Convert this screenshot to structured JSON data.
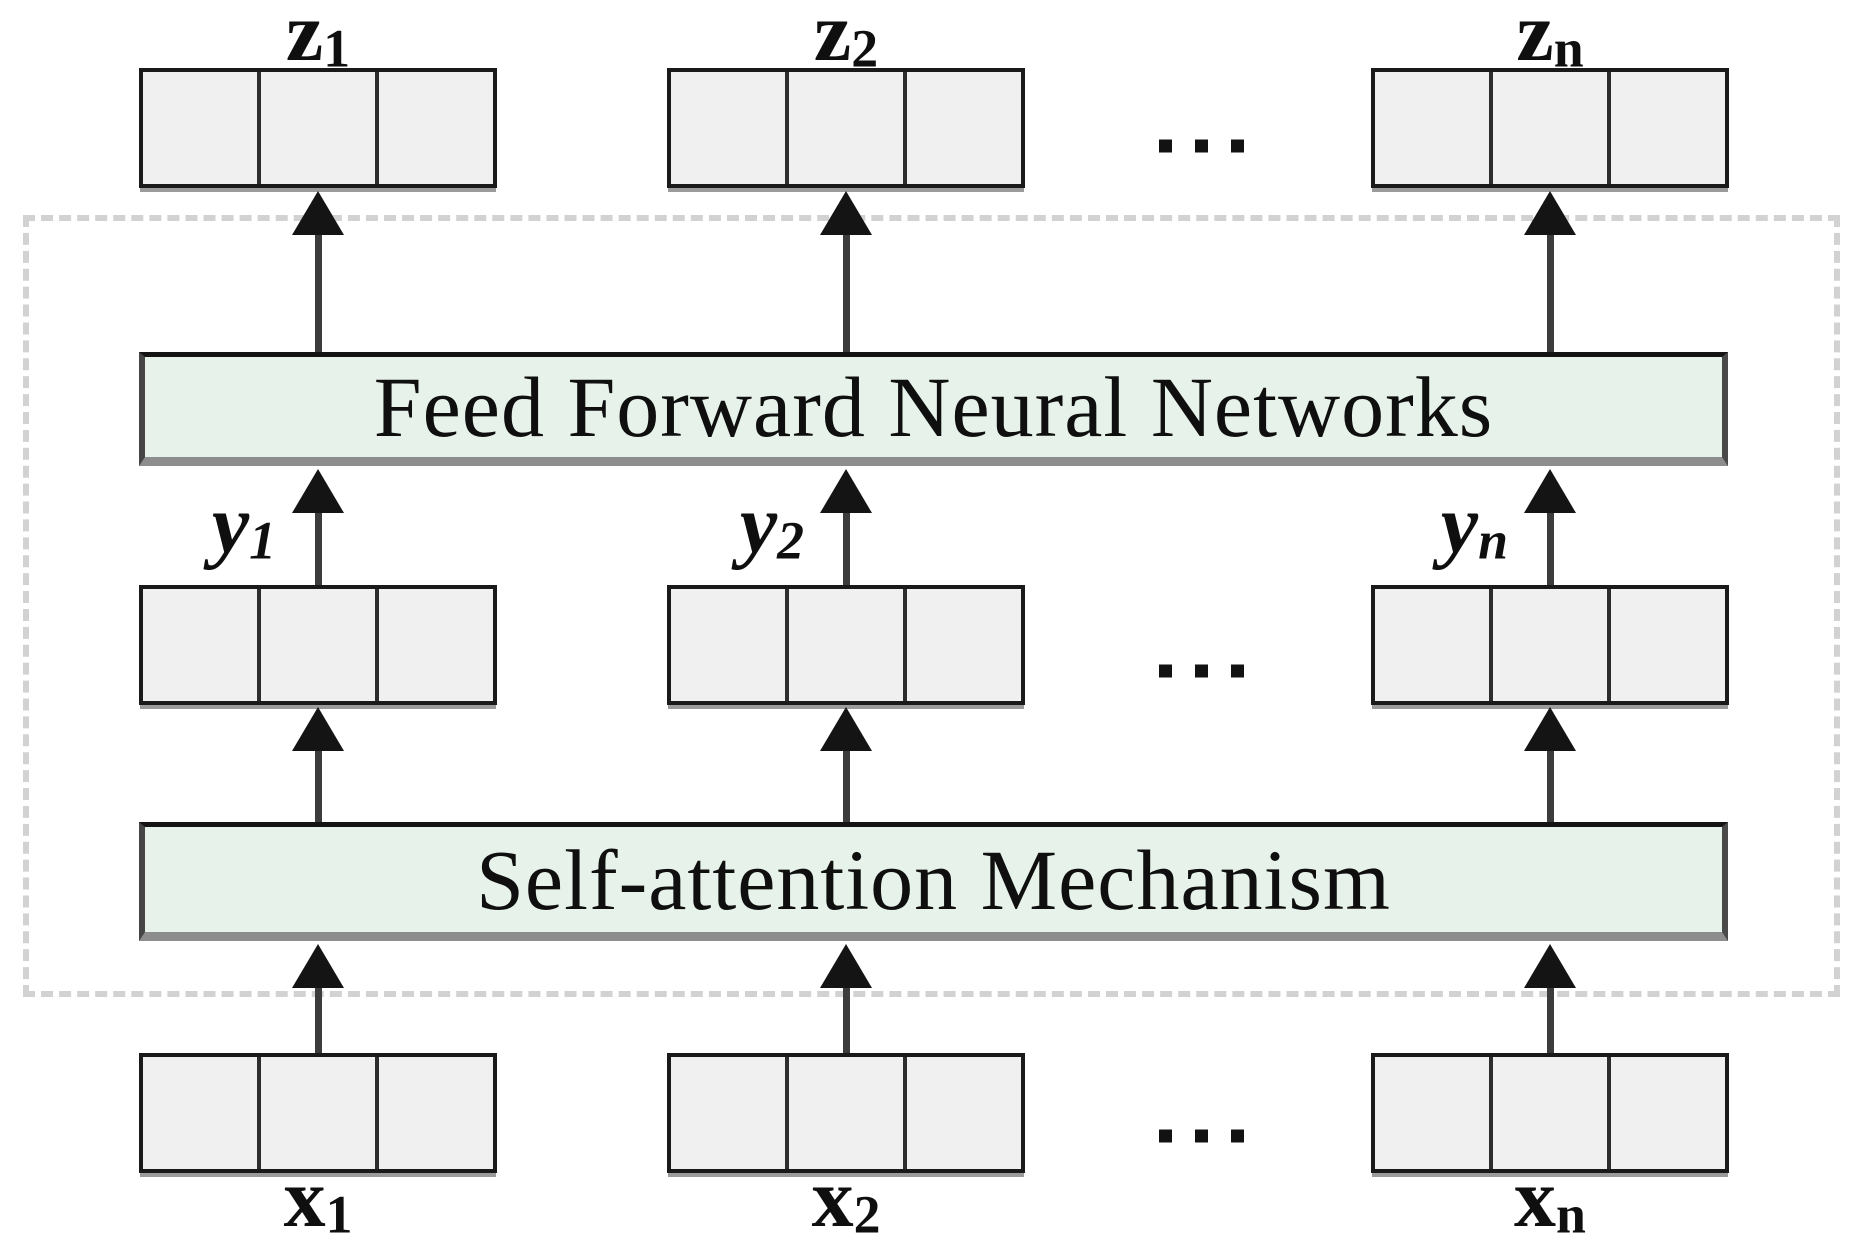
{
  "encoder": {
    "layers": {
      "feed_forward_label": "Feed Forward Neural Networks",
      "self_attention_label": "Self-attention Mechanism"
    }
  },
  "labels": {
    "outputs": [
      {
        "base": "z",
        "sub": "1"
      },
      {
        "base": "z",
        "sub": "2"
      },
      {
        "base": "z",
        "sub": "n"
      }
    ],
    "hidden": [
      {
        "base": "y",
        "sub": "1"
      },
      {
        "base": "y",
        "sub": "2"
      },
      {
        "base": "y",
        "sub": "n"
      }
    ],
    "inputs": [
      {
        "base": "x",
        "sub": "1"
      },
      {
        "base": "x",
        "sub": "2"
      },
      {
        "base": "x",
        "sub": "n"
      }
    ]
  },
  "ellipsis": "...",
  "colors": {
    "bar_fill": "#e7f3ea",
    "box_fill": "#f0f0f0",
    "box_border": "#1a1a1a",
    "dashed_border": "#d2d2d2",
    "arrow": "#141414",
    "text": "#0f0f0f"
  }
}
